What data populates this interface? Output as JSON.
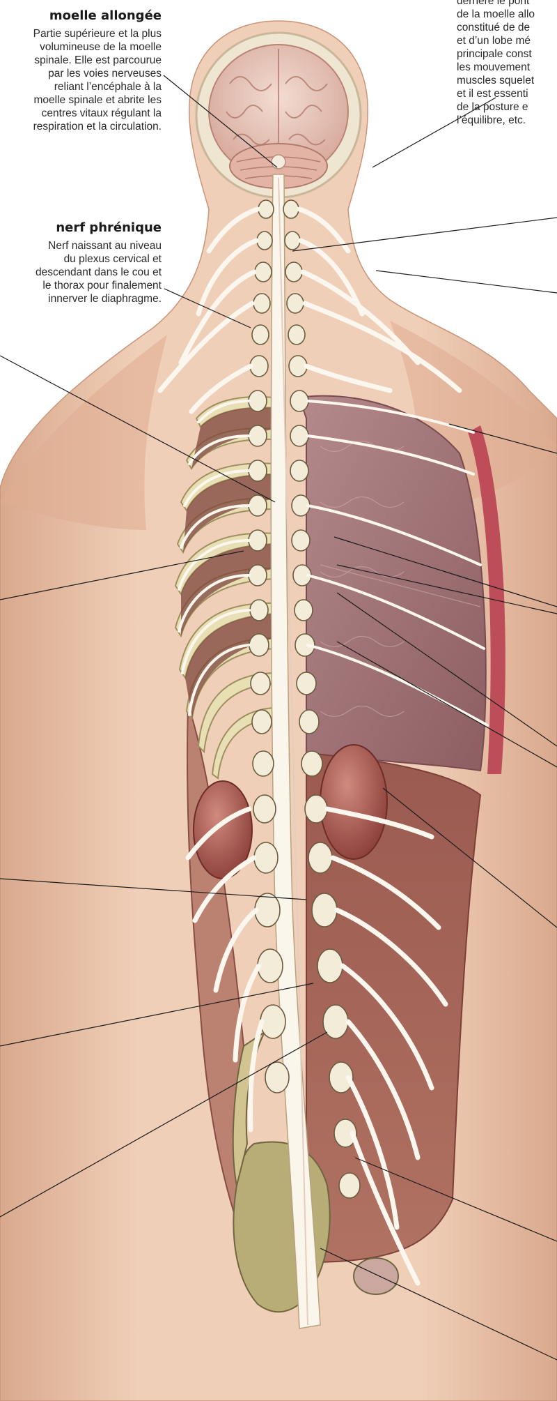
{
  "labels": {
    "moelle_allongee": {
      "title": "moelle allongée",
      "lines": [
        "Partie supérieure et la plus",
        "volumineuse de la moelle",
        "spinale. Elle est parcourue",
        "par les voies nerveuses",
        "reliant l’encéphale à la",
        "moelle spinale et abrite les",
        "centres vitaux régulant la",
        "respiration et la circulation."
      ]
    },
    "nerf_phrenique": {
      "title": "nerf phrénique",
      "lines": [
        "Nerf naissant au niveau",
        "du plexus cervical et",
        "descendant dans le cou et",
        "le thorax pour finalement",
        "innerver le diaphragme."
      ]
    },
    "cervelet_partial": {
      "lines": [
        "derrière le pont",
        "de la moelle allo",
        "constitué de de",
        "et d’un lobe mé",
        "principale const",
        "les mouvement",
        "muscles squelet",
        "et il est essenti",
        "de la posture e",
        "l’équilibre, etc."
      ]
    }
  },
  "colors": {
    "skin": "#e9c3aa",
    "skin_shadow": "#d49c80",
    "bone": "#e5dcb0",
    "muscle": "#8e4f47",
    "nerve": "#fbf7ef",
    "lung": "#a67a7c",
    "kidney": "#a4514b",
    "leader_line": "#1a1a1a"
  }
}
